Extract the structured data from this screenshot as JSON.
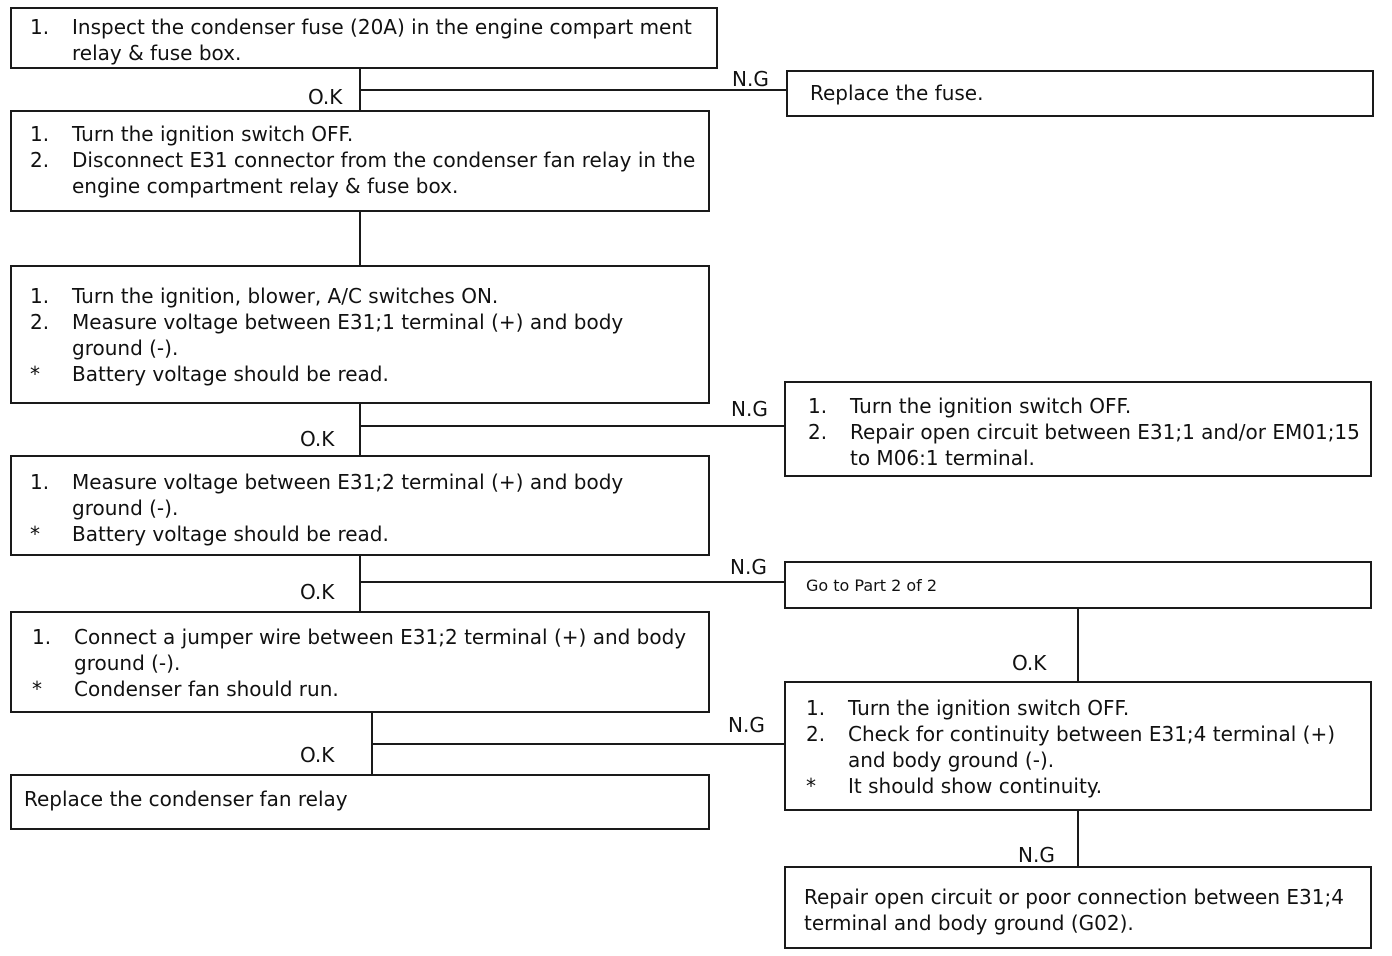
{
  "steps": {
    "s1": [
      {
        "n": "1.",
        "t": "Inspect the condenser fuse (20A) in the engine compart ment relay & fuse box."
      }
    ],
    "s2": [
      {
        "n": "1.",
        "t": "Turn the ignition switch OFF."
      },
      {
        "n": "2.",
        "t": "Disconnect E31 connector from the condenser fan relay in the engine compartment relay & fuse box."
      }
    ],
    "s3": [
      {
        "n": "1.",
        "t": "Turn the ignition, blower, A/C switches ON."
      },
      {
        "n": "2.",
        "t": "Measure voltage between E31;1 terminal (+) and body ground (-)."
      },
      {
        "n": "*",
        "t": "Battery voltage should be read."
      }
    ],
    "s4": [
      {
        "n": "1.",
        "t": "Measure voltage between E31;2 terminal (+) and body ground (-)."
      },
      {
        "n": "*",
        "t": "Battery voltage should be read."
      }
    ],
    "s5": [
      {
        "n": "1.",
        "t": "Connect a jumper wire between E31;2 terminal (+) and body ground (-)."
      },
      {
        "n": "*",
        "t": "Condenser fan should run."
      }
    ],
    "s6": "Replace the condenser fan relay",
    "r1": "Replace the fuse.",
    "r2": [
      {
        "n": "1.",
        "t": "Turn the ignition switch OFF."
      },
      {
        "n": "2.",
        "t": "Repair open circuit between E31;1 and/or EM01;15 to M06:1 terminal."
      }
    ],
    "r3": "Go to Part 2 of 2",
    "r4": [
      {
        "n": "1.",
        "t": "Turn the ignition switch OFF."
      },
      {
        "n": "2.",
        "t": "Check for continuity between E31;4 terminal (+) and body ground (-)."
      },
      {
        "n": "*",
        "t": "It should show continuity."
      }
    ],
    "r5": "Repair open circuit or poor connection between E31;4 terminal and body ground (G02)."
  },
  "labels": {
    "ok": "O.K",
    "ng": "N.G"
  }
}
